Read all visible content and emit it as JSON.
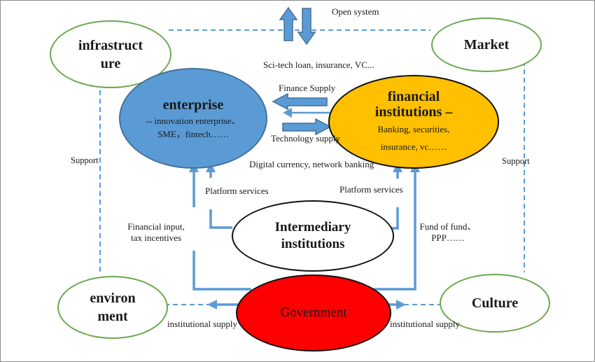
{
  "nodes": {
    "infrastructure": {
      "line1": "infrastruct",
      "line2": "ure"
    },
    "market": {
      "label": "Market"
    },
    "enterprise": {
      "title": "enterprise",
      "sub1": "-- innovation enterprise、",
      "sub2": "SME，fintech……"
    },
    "financial": {
      "title1": "financial",
      "title2": "institutions –",
      "sub1": "Banking, securities,",
      "sub2": "insurance, vc……"
    },
    "intermediary": {
      "line1": "Intermediary",
      "line2": "institutions"
    },
    "government": {
      "label": "Government"
    },
    "environment": {
      "line1": "environ",
      "line2": "ment"
    },
    "culture": {
      "label": "Culture"
    }
  },
  "labels": {
    "open_system": "Open system",
    "sci_tech": "Sci-tech loan, insurance, VC...",
    "finance_supply": "Finance Supply",
    "technology_supply": "Technology supply",
    "digital_currency": "Digital currency, network banking",
    "platform_services_left": "Platform services",
    "platform_services_right": "Platform services",
    "financial_input_line1": "Financial input,",
    "financial_input_line2": "tax incentives",
    "fund_of_fund_line1": "Fund of fund、",
    "fund_of_fund_line2": "PPP……",
    "support_left": "Support",
    "support_right": "Support",
    "institutional_supply_left": "institutional supply",
    "institutional_supply_right": "institutional supply"
  },
  "colors": {
    "arrow_blue": "#5B9BD5",
    "arrow_border": "#41719C",
    "enterprise_fill": "#5B9BD5",
    "financial_fill": "#FFC000",
    "government_fill": "#FF0000",
    "green_border": "#6aa84f"
  }
}
